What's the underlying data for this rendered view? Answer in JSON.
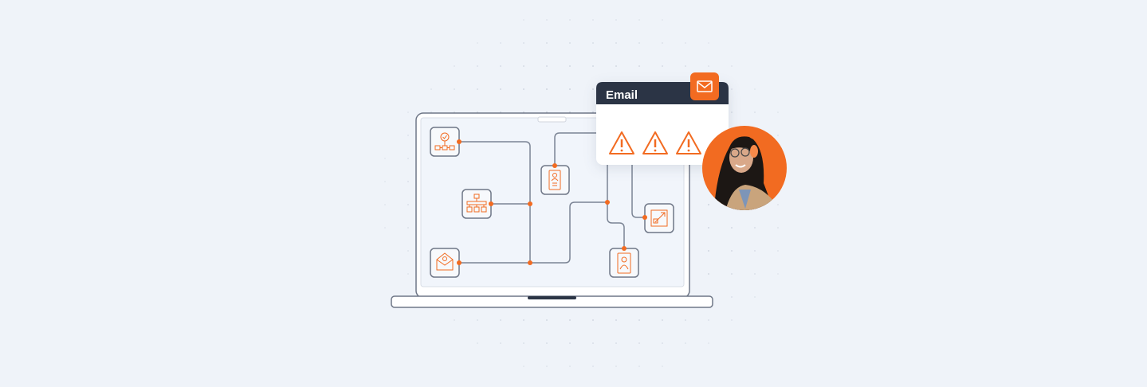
{
  "email_card": {
    "title": "Email",
    "badge_icon": "envelope-icon",
    "warning_count": 3,
    "warning_icon": "warning-triangle-icon"
  },
  "workflow_nodes": [
    {
      "icon": "approval-flow-icon"
    },
    {
      "icon": "org-chart-icon"
    },
    {
      "icon": "open-envelope-icon"
    },
    {
      "icon": "id-badge-icon"
    },
    {
      "icon": "external-link-icon"
    },
    {
      "icon": "person-card-icon"
    }
  ],
  "avatar": {
    "icon": "person-with-headphones-avatar"
  },
  "colors": {
    "accent": "#f26b21",
    "background": "#eff3f9",
    "line": "#7b8494",
    "header_dark": "#2b3445"
  }
}
